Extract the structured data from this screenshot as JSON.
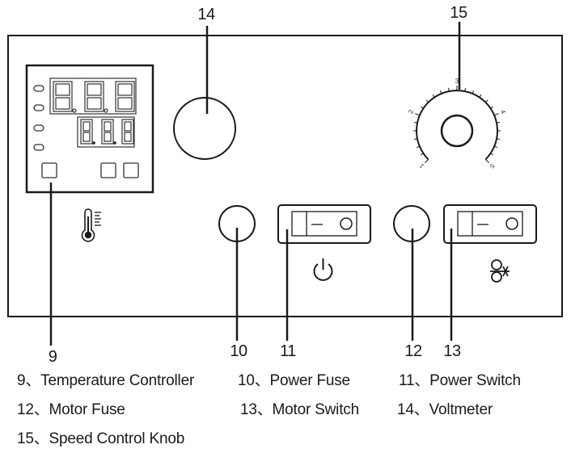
{
  "diagram": {
    "title": "Control Panel Front View",
    "callouts": [
      {
        "id": "9",
        "label": "9"
      },
      {
        "id": "10",
        "label": "10"
      },
      {
        "id": "11",
        "label": "11"
      },
      {
        "id": "12",
        "label": "12"
      },
      {
        "id": "13",
        "label": "13"
      },
      {
        "id": "14",
        "label": "14"
      },
      {
        "id": "15",
        "label": "15"
      }
    ],
    "speed_knob": {
      "scale_labels": [
        "1",
        "2",
        "3",
        "4",
        "5"
      ]
    },
    "icons": {
      "temperature": "thermometer-icon",
      "power": "power-icon",
      "motor": "motor-icon"
    },
    "legend": [
      {
        "number": "9",
        "text": "9、Temperature Controller"
      },
      {
        "number": "10",
        "text": "10、Power Fuse"
      },
      {
        "number": "11",
        "text": "11、Power Switch"
      },
      {
        "number": "12",
        "text": "12、Motor Fuse"
      },
      {
        "number": "13",
        "text": "13、Motor Switch"
      },
      {
        "number": "14",
        "text": "14、Voltmeter"
      },
      {
        "number": "15",
        "text": "15、Speed Control Knob"
      }
    ],
    "colors": {
      "stroke": "#1a1a1a",
      "background": "#ffffff"
    }
  }
}
